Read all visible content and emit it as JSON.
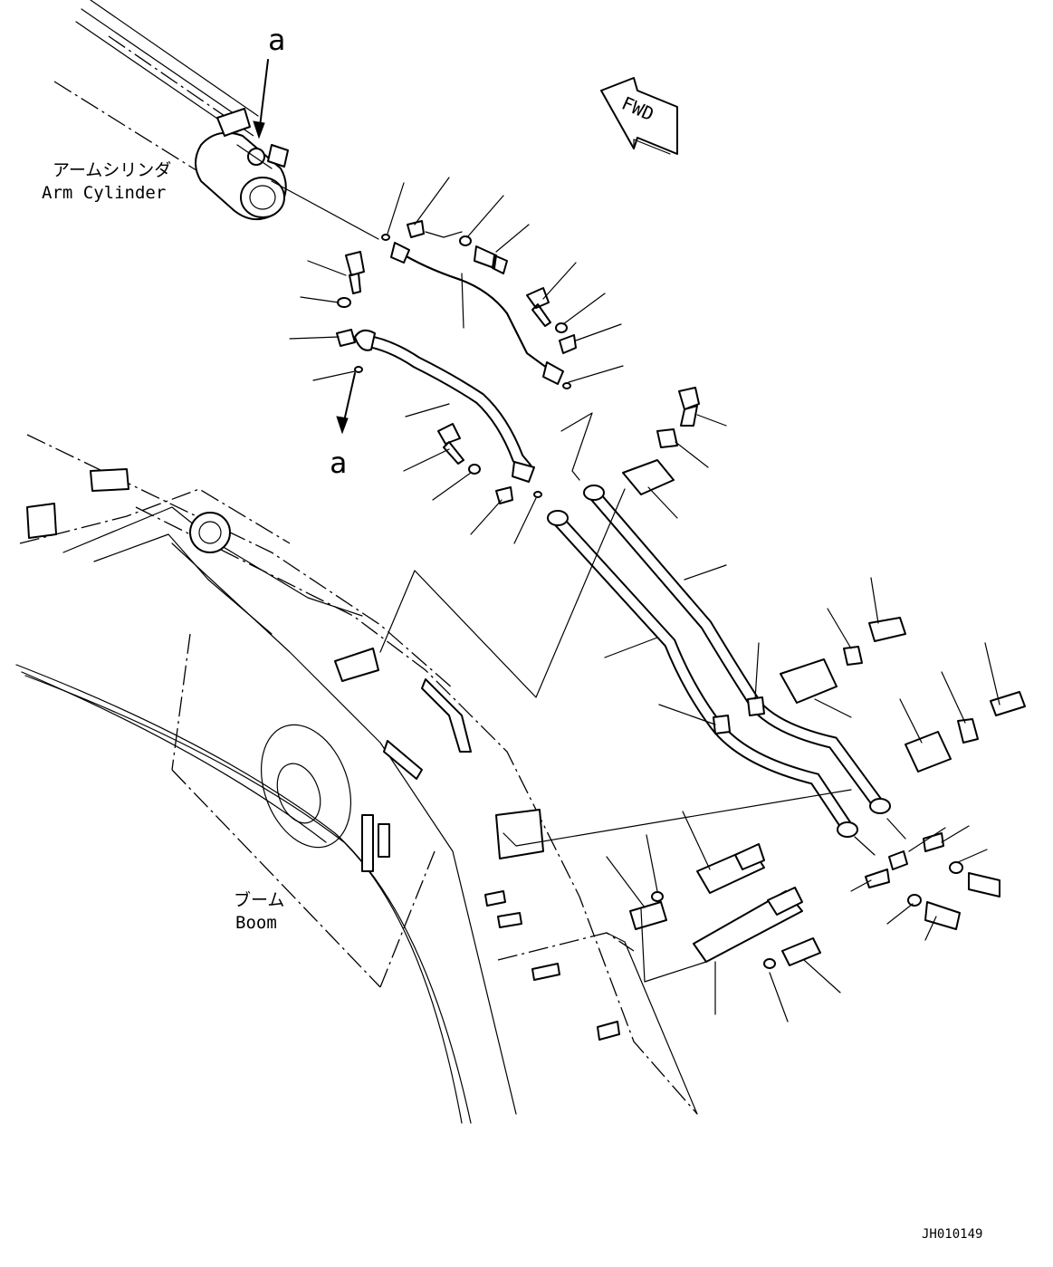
{
  "labels": {
    "callout_a_top": "a",
    "callout_a_bottom": "a",
    "arm_cylinder_jp": "アームシリンダ",
    "arm_cylinder_en": "Arm Cylinder",
    "boom_jp": "ブーム",
    "boom_en": "Boom",
    "fwd": "FWD",
    "drawing_number": "JH010149"
  }
}
